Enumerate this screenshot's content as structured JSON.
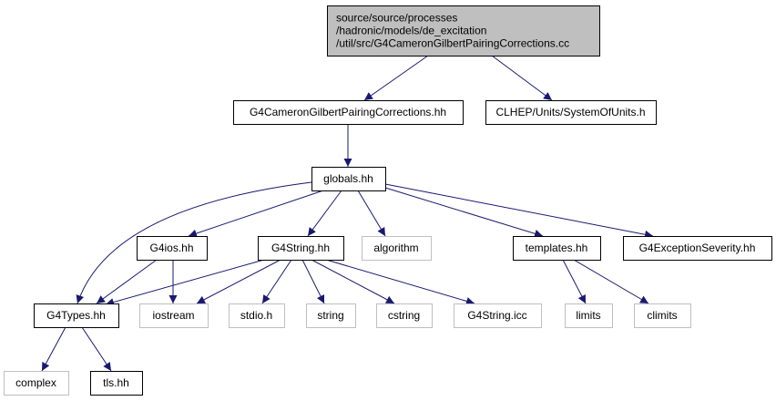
{
  "diagram": {
    "nodes": [
      {
        "id": "root",
        "lines": [
          "source/source/processes",
          "/hadronic/models/de_excitation",
          "/util/src/G4CameronGilbertPairingCorrections.cc"
        ],
        "style": "root"
      },
      {
        "id": "g4cgpc_hh",
        "lines": [
          "G4CameronGilbertPairingCorrections.hh"
        ],
        "style": "solid"
      },
      {
        "id": "clhep_units",
        "lines": [
          "CLHEP/Units/SystemOfUnits.h"
        ],
        "style": "solid"
      },
      {
        "id": "globals_hh",
        "lines": [
          "globals.hh"
        ],
        "style": "solid"
      },
      {
        "id": "g4ios_hh",
        "lines": [
          "G4ios.hh"
        ],
        "style": "solid"
      },
      {
        "id": "g4string_hh",
        "lines": [
          "G4String.hh"
        ],
        "style": "solid"
      },
      {
        "id": "algorithm",
        "lines": [
          "algorithm"
        ],
        "style": "external"
      },
      {
        "id": "templates_hh",
        "lines": [
          "templates.hh"
        ],
        "style": "solid"
      },
      {
        "id": "g4exceptionseverity_hh",
        "lines": [
          "G4ExceptionSeverity.hh"
        ],
        "style": "solid"
      },
      {
        "id": "g4types_hh",
        "lines": [
          "G4Types.hh"
        ],
        "style": "solid"
      },
      {
        "id": "iostream",
        "lines": [
          "iostream"
        ],
        "style": "external"
      },
      {
        "id": "stdio_h",
        "lines": [
          "stdio.h"
        ],
        "style": "external"
      },
      {
        "id": "string",
        "lines": [
          "string"
        ],
        "style": "external"
      },
      {
        "id": "cstring",
        "lines": [
          "cstring"
        ],
        "style": "external"
      },
      {
        "id": "g4string_icc",
        "lines": [
          "G4String.icc"
        ],
        "style": "external"
      },
      {
        "id": "limits",
        "lines": [
          "limits"
        ],
        "style": "external"
      },
      {
        "id": "climits",
        "lines": [
          "climits"
        ],
        "style": "external"
      },
      {
        "id": "complex",
        "lines": [
          "complex"
        ],
        "style": "external"
      },
      {
        "id": "tls_hh",
        "lines": [
          "tls.hh"
        ],
        "style": "solid"
      }
    ],
    "edges": [
      {
        "from": "root",
        "to": "g4cgpc_hh"
      },
      {
        "from": "root",
        "to": "clhep_units"
      },
      {
        "from": "g4cgpc_hh",
        "to": "globals_hh"
      },
      {
        "from": "globals_hh",
        "to": "g4ios_hh"
      },
      {
        "from": "globals_hh",
        "to": "g4string_hh"
      },
      {
        "from": "globals_hh",
        "to": "algorithm"
      },
      {
        "from": "globals_hh",
        "to": "templates_hh"
      },
      {
        "from": "globals_hh",
        "to": "g4exceptionseverity_hh"
      },
      {
        "from": "globals_hh",
        "to": "g4types_hh"
      },
      {
        "from": "g4ios_hh",
        "to": "g4types_hh"
      },
      {
        "from": "g4ios_hh",
        "to": "iostream"
      },
      {
        "from": "g4string_hh",
        "to": "g4types_hh"
      },
      {
        "from": "g4string_hh",
        "to": "iostream"
      },
      {
        "from": "g4string_hh",
        "to": "stdio_h"
      },
      {
        "from": "g4string_hh",
        "to": "string"
      },
      {
        "from": "g4string_hh",
        "to": "cstring"
      },
      {
        "from": "g4string_hh",
        "to": "g4string_icc"
      },
      {
        "from": "templates_hh",
        "to": "limits"
      },
      {
        "from": "templates_hh",
        "to": "climits"
      },
      {
        "from": "g4types_hh",
        "to": "complex"
      },
      {
        "from": "g4types_hh",
        "to": "tls_hh"
      }
    ],
    "colors": {
      "root_fill": "#bfbfbf",
      "solid_border": "#000000",
      "external_border": "#bfbfbf",
      "edge": "#191970",
      "text": "#000000"
    }
  }
}
